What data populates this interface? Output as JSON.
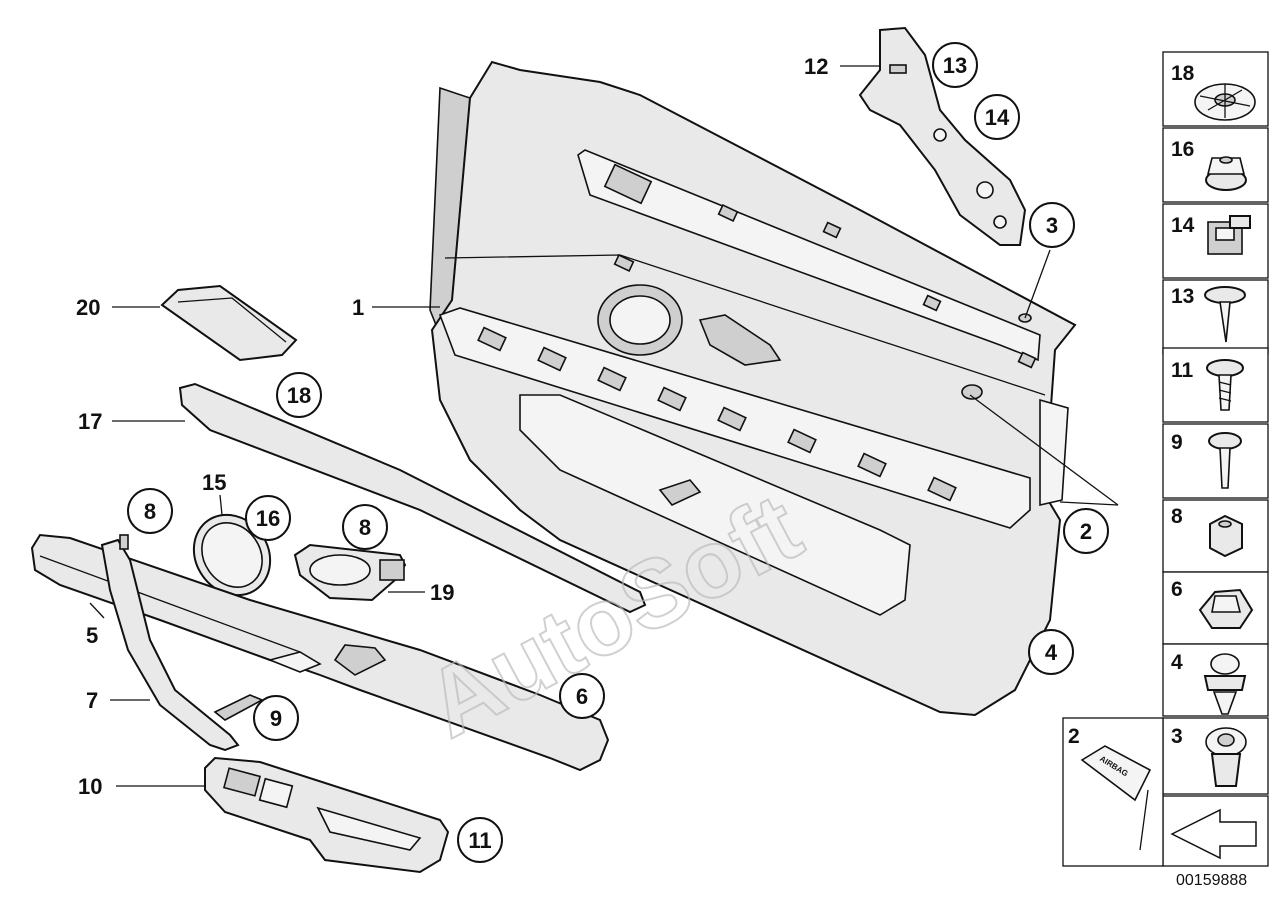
{
  "diagram": {
    "callouts": [
      {
        "id": "c1",
        "label": "1",
        "circled": false
      },
      {
        "id": "c2",
        "label": "2",
        "circled": true
      },
      {
        "id": "c3",
        "label": "3",
        "circled": true
      },
      {
        "id": "c4",
        "label": "4",
        "circled": true
      },
      {
        "id": "c5",
        "label": "5",
        "circled": false
      },
      {
        "id": "c6",
        "label": "6",
        "circled": true
      },
      {
        "id": "c7",
        "label": "7",
        "circled": false
      },
      {
        "id": "c8a",
        "label": "8",
        "circled": true
      },
      {
        "id": "c8b",
        "label": "8",
        "circled": true
      },
      {
        "id": "c9",
        "label": "9",
        "circled": true
      },
      {
        "id": "c10",
        "label": "10",
        "circled": false
      },
      {
        "id": "c11",
        "label": "11",
        "circled": true
      },
      {
        "id": "c12",
        "label": "12",
        "circled": false
      },
      {
        "id": "c13",
        "label": "13",
        "circled": true
      },
      {
        "id": "c14",
        "label": "14",
        "circled": true
      },
      {
        "id": "c15",
        "label": "15",
        "circled": false
      },
      {
        "id": "c16",
        "label": "16",
        "circled": true
      },
      {
        "id": "c17",
        "label": "17",
        "circled": false
      },
      {
        "id": "c18",
        "label": "18",
        "circled": true
      },
      {
        "id": "c19",
        "label": "19",
        "circled": false
      },
      {
        "id": "c20",
        "label": "20",
        "circled": false
      }
    ],
    "side_panel": [
      "18",
      "16",
      "14",
      "13",
      "11",
      "9",
      "8",
      "6",
      "4",
      "3"
    ],
    "inset_label": "2",
    "airbag_text": "AIRBAG",
    "watermark": "AutoSoft",
    "image_id": "00159888"
  }
}
